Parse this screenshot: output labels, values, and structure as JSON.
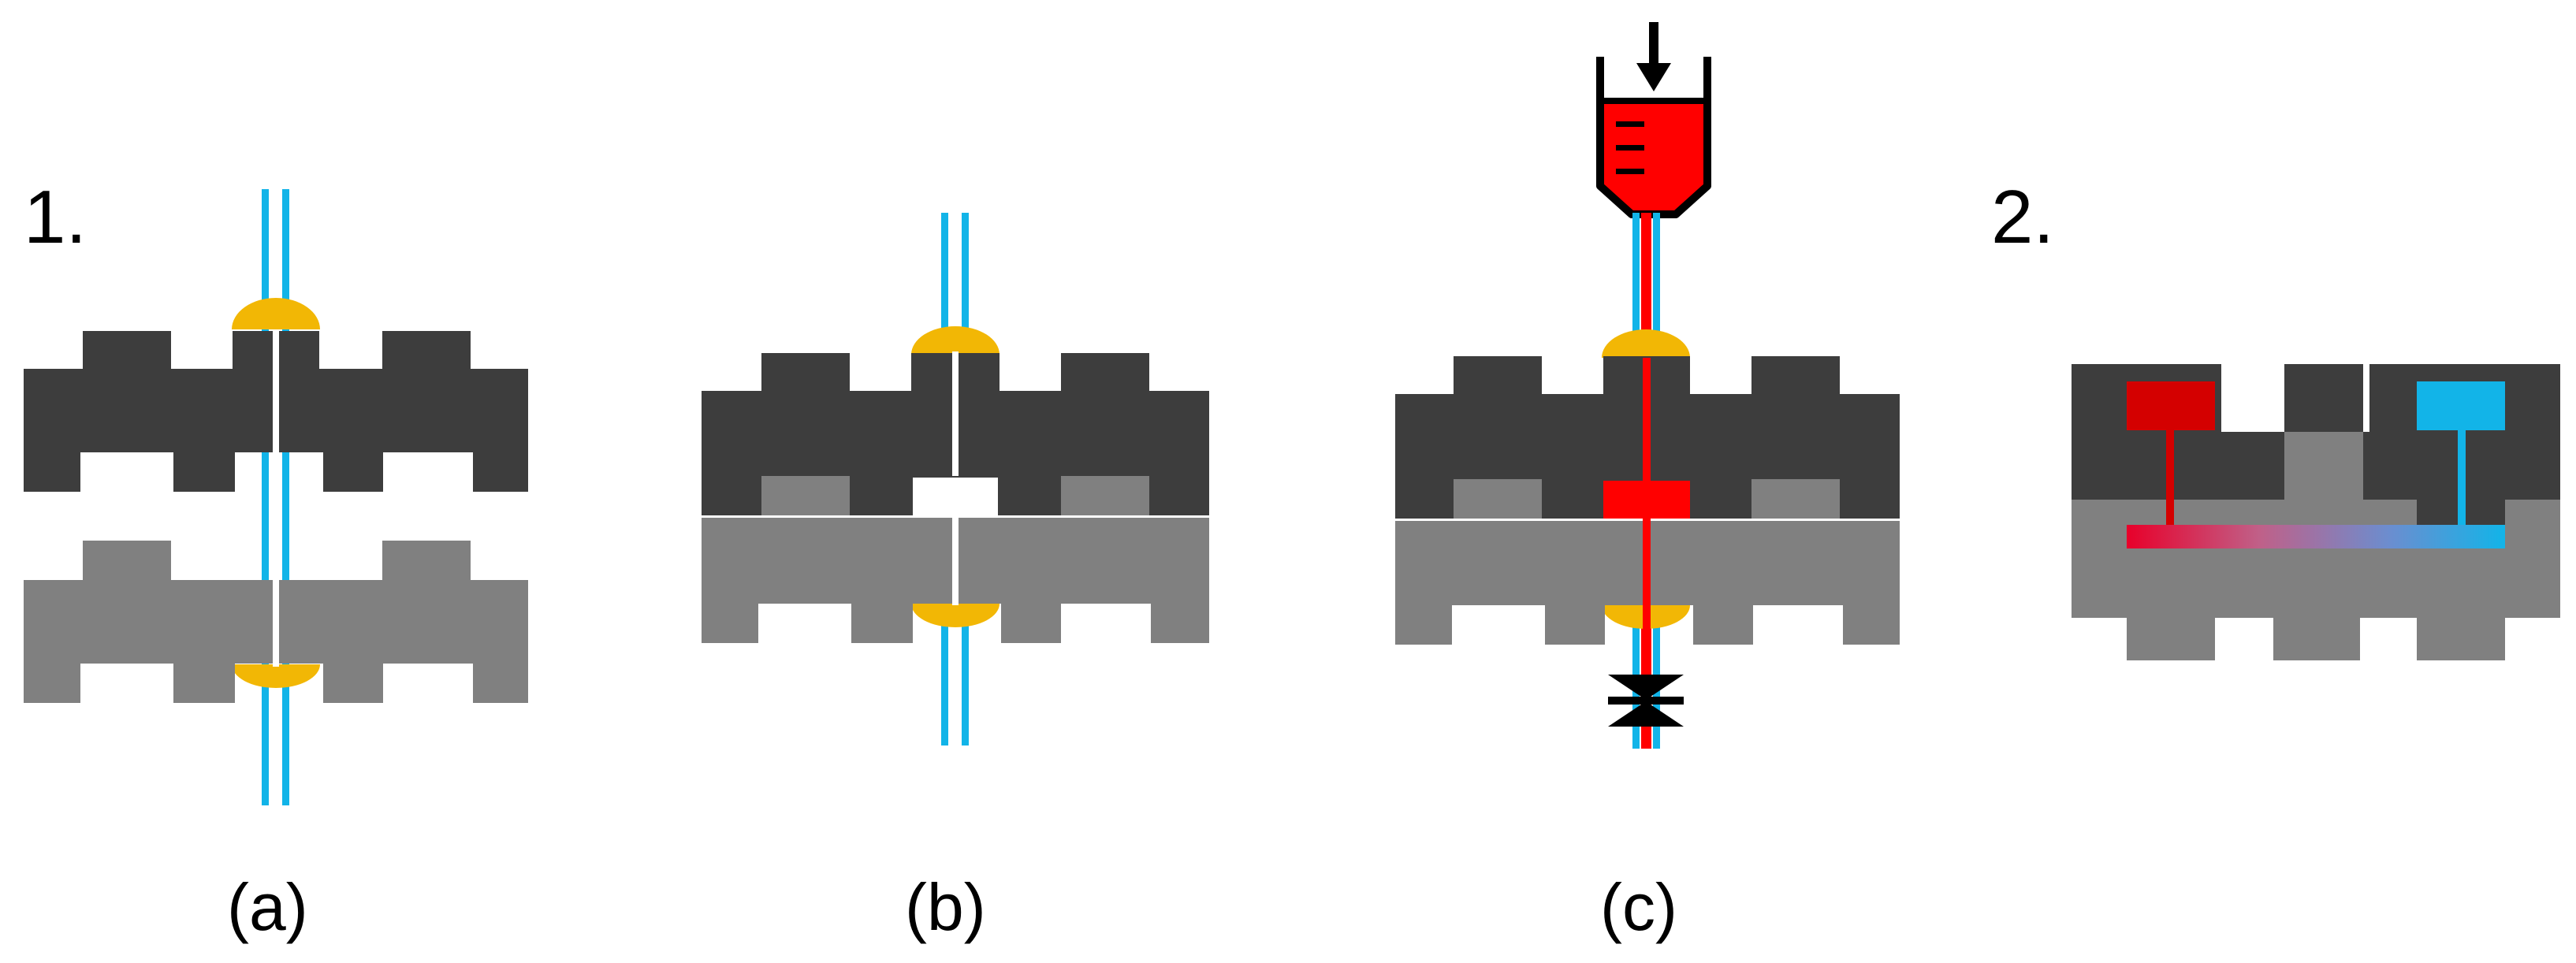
{
  "labels": {
    "step1": "1.",
    "step2": "2.",
    "panel_a": "(a)",
    "panel_b": "(b)",
    "panel_c": "(c)"
  },
  "colors": {
    "dark_plate": "#3d3d3d",
    "light_plate": "#808080",
    "capillary": "#12b4e8",
    "adhesive": "#f2b705",
    "fluid": "#ff0000",
    "dark_red": "#d40000",
    "outline": "#000000",
    "background": "#ffffff"
  },
  "icons": {
    "syringe": "syringe-icon",
    "push_arrow": "down-arrow-icon",
    "valve": "valve-icon"
  }
}
